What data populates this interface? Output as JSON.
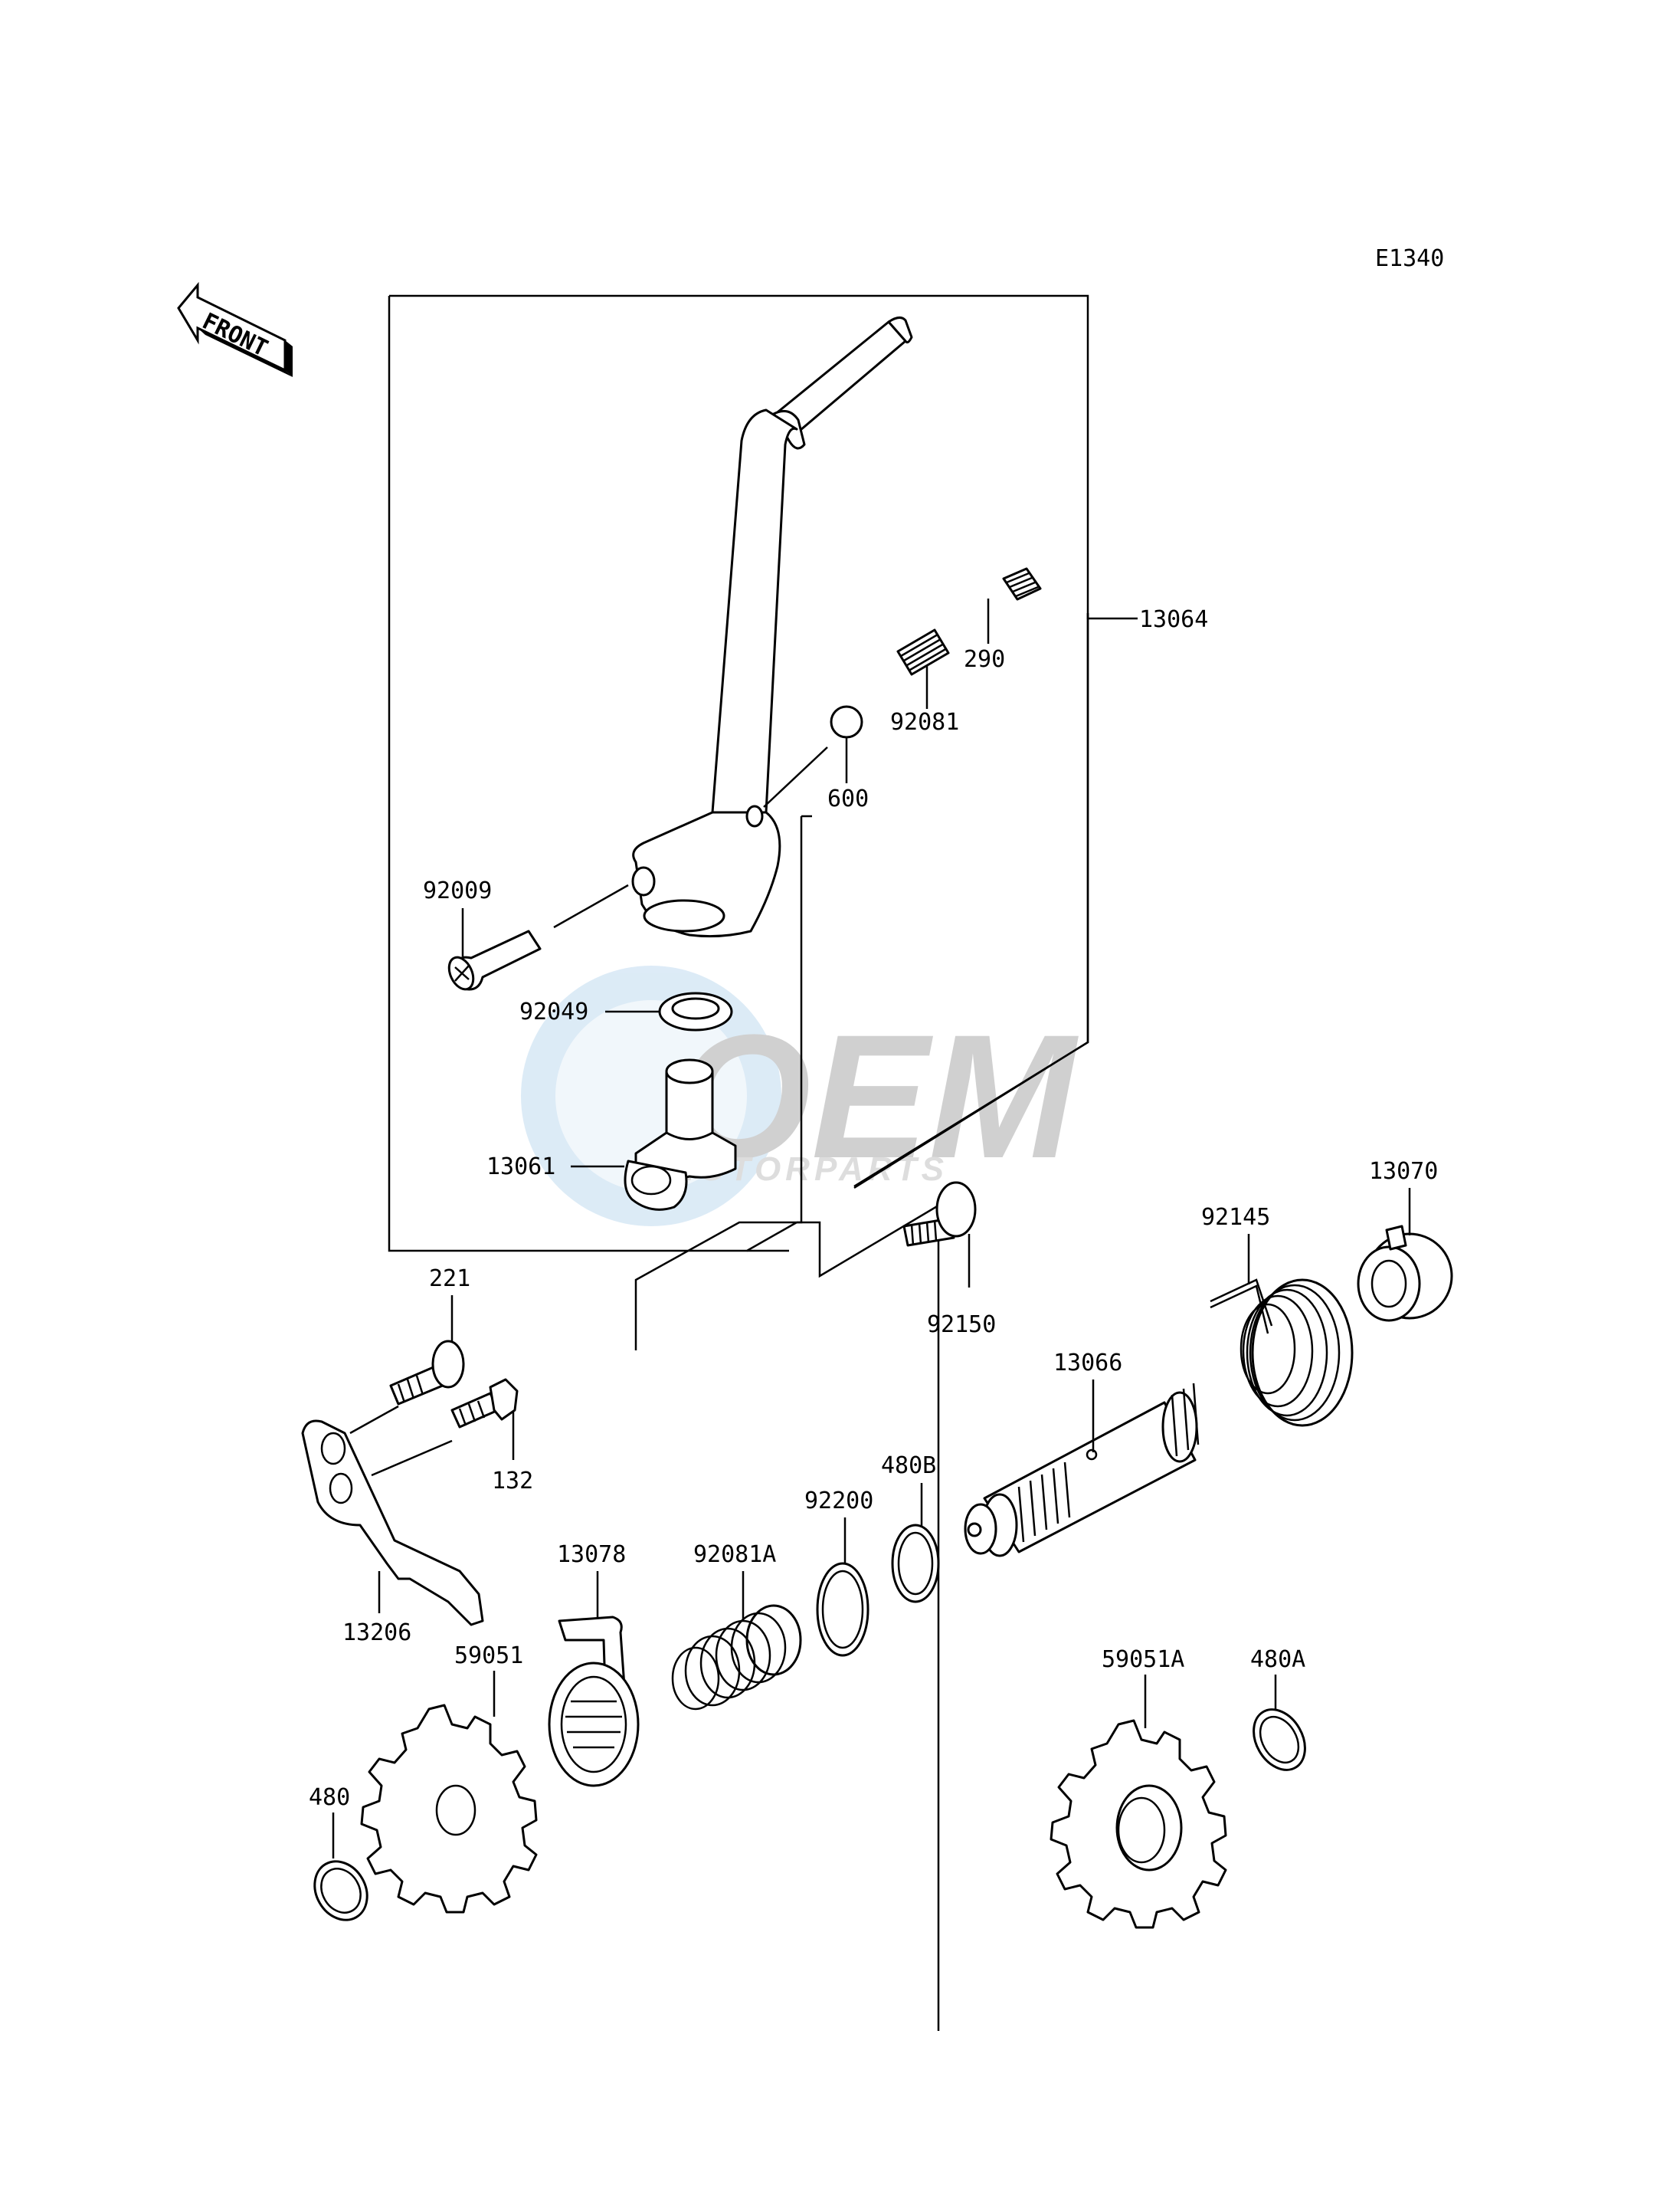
{
  "diagram": {
    "code": "E1340",
    "front_label": "FRONT",
    "watermark": {
      "brand": "OEM",
      "tagline": "MOTORPARTS"
    }
  },
  "parts": [
    {
      "id": "13064",
      "label": "13064"
    },
    {
      "id": "290",
      "label": "290"
    },
    {
      "id": "92081",
      "label": "92081"
    },
    {
      "id": "600",
      "label": "600"
    },
    {
      "id": "92009",
      "label": "92009"
    },
    {
      "id": "92049",
      "label": "92049"
    },
    {
      "id": "13061",
      "label": "13061"
    },
    {
      "id": "13070",
      "label": "13070"
    },
    {
      "id": "92145",
      "label": "92145"
    },
    {
      "id": "92150",
      "label": "92150"
    },
    {
      "id": "221",
      "label": "221"
    },
    {
      "id": "13066",
      "label": "13066"
    },
    {
      "id": "132",
      "label": "132"
    },
    {
      "id": "480B",
      "label": "480B"
    },
    {
      "id": "92200",
      "label": "92200"
    },
    {
      "id": "92081A",
      "label": "92081A"
    },
    {
      "id": "13078",
      "label": "13078"
    },
    {
      "id": "13206",
      "label": "13206"
    },
    {
      "id": "59051",
      "label": "59051"
    },
    {
      "id": "59051A",
      "label": "59051A"
    },
    {
      "id": "480A",
      "label": "480A"
    },
    {
      "id": "480",
      "label": "480"
    }
  ]
}
